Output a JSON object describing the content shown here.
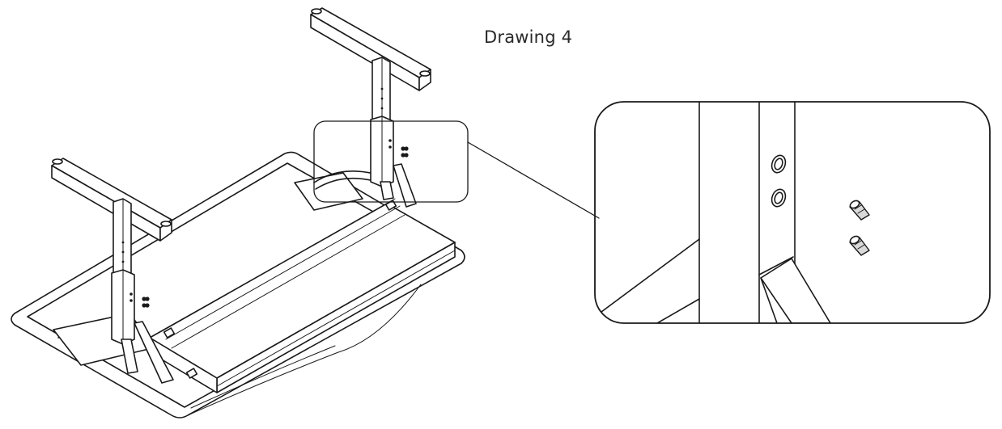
{
  "figure": {
    "title": "Drawing 4",
    "main_view": "desk-upside-down",
    "detail_view": "magnified-leg-bracket",
    "colors": {
      "line": "#1a1a1a",
      "background": "#ffffff",
      "shade": "#d9d9d9"
    }
  }
}
